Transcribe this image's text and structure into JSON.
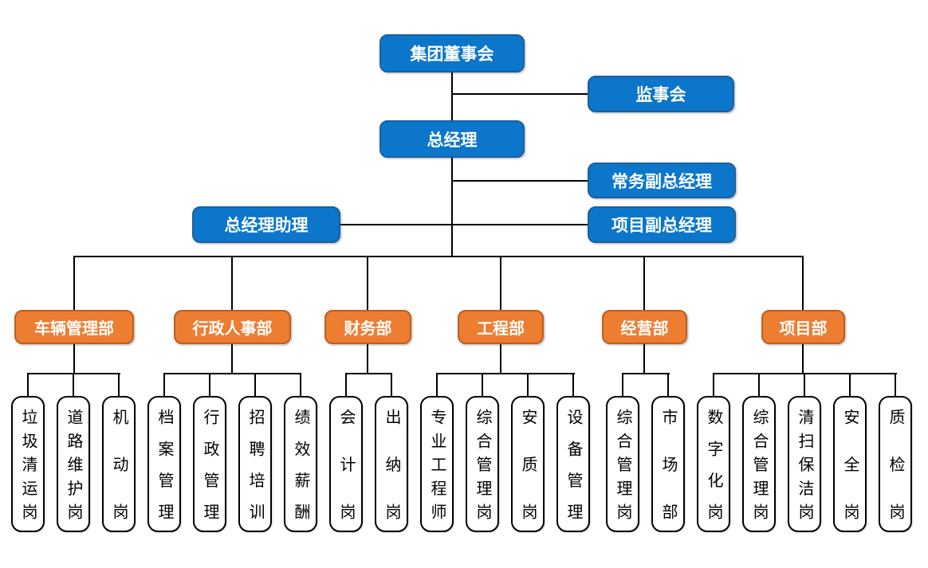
{
  "org": {
    "top": {
      "board": "集团董事会",
      "supervisory": "监事会",
      "general_manager": "总经理",
      "executive_deputy_gm": "常务副总经理",
      "gm_assistant": "总经理助理",
      "project_deputy_gm": "项目副总经理"
    },
    "departments": [
      {
        "label": "车辆管理部",
        "children": [
          "垃圾清运岗",
          "道路维护岗",
          "机动岗"
        ]
      },
      {
        "label": "行政人事部",
        "children": [
          "档案管理",
          "行政管理",
          "招聘培训",
          "绩效薪酬"
        ]
      },
      {
        "label": "财务部",
        "children": [
          "会计岗",
          "出纳岗"
        ]
      },
      {
        "label": "工程部",
        "children": [
          "专业工程师",
          "综合管理岗",
          "安质岗",
          "设备管理"
        ]
      },
      {
        "label": "经营部",
        "children": [
          "综合管理岗",
          "市场部"
        ]
      },
      {
        "label": "项目部",
        "children": [
          "数字化岗",
          "综合管理岗",
          "清扫保洁岗",
          "安全岗",
          "质检岗"
        ]
      }
    ]
  },
  "colors": {
    "blue_fill": "#0B76CA",
    "blue_border": "#1C5FA0",
    "orange_fill": "#ED7D31",
    "orange_border": "#BF5E1D",
    "line": "#000000"
  }
}
